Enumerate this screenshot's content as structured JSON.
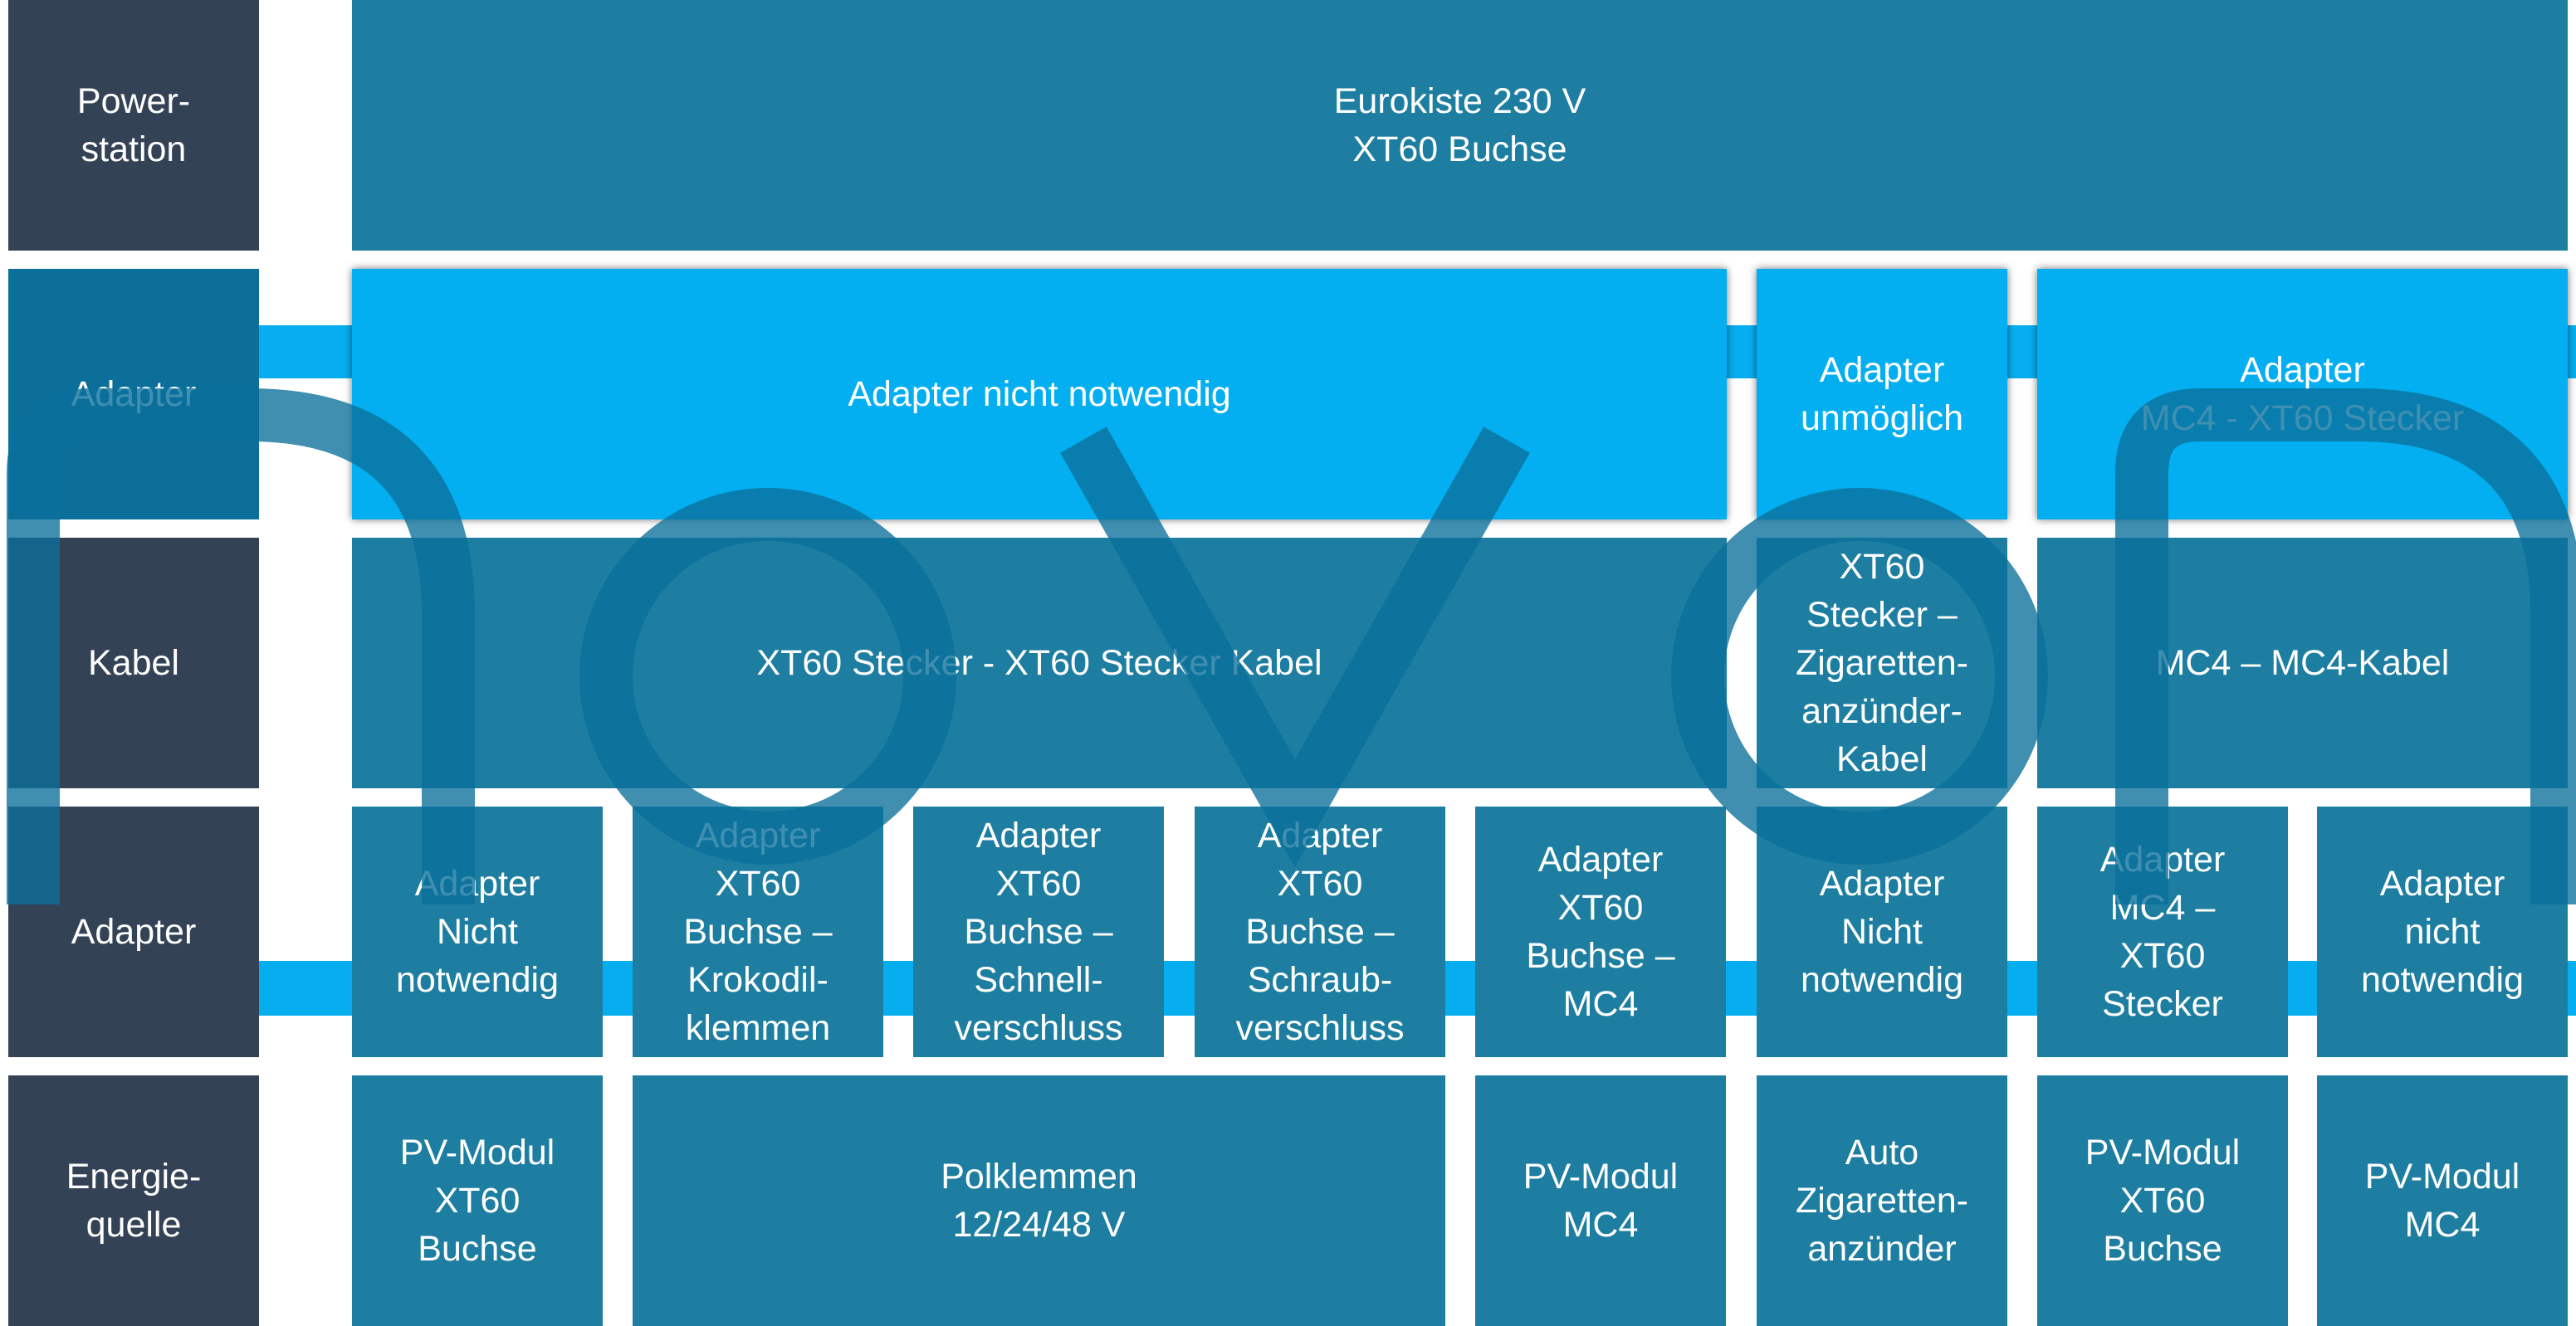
{
  "colors": {
    "row_label_bg": "#344256",
    "row_label_highlight_bg": "#0b6f99",
    "cell_bg": "#1d7ea1",
    "highlight_cell_bg": "#03aff0",
    "watermark": "#0a6f9b",
    "band": "#06aef0",
    "text": "#ffffff"
  },
  "watermark_icon": "novo-logo-watermark",
  "rows": {
    "powerstation": {
      "label": "Power-\nstation",
      "cells": [
        "Eurokiste 230 V\nXT60 Buchse"
      ]
    },
    "adapter_top": {
      "label": "Adapter",
      "cells": [
        "Adapter nicht notwendig",
        "Adapter\nunmöglich",
        "Adapter\nMC4 - XT60 Stecker"
      ]
    },
    "kabel": {
      "label": "Kabel",
      "cells": [
        "XT60 Stecker - XT60 Stecker Kabel",
        "XT60\nStecker –\nZigaretten-\nanzünder-\nKabel",
        "MC4 – MC4-Kabel"
      ]
    },
    "adapter_bottom": {
      "label": "Adapter",
      "cells": [
        "Adapter\nNicht\nnotwendig",
        "Adapter\nXT60\nBuchse –\nKrokodil-\nklemmen",
        "Adapter\nXT60\nBuchse –\nSchnell-\nverschluss",
        "Adapter\nXT60\nBuchse –\nSchraub-\nverschluss",
        "Adapter\nXT60\nBuchse –\nMC4",
        "Adapter\nNicht\nnotwendig",
        "Adapter\nMC4 –\nXT60\nStecker",
        "Adapter\nnicht\nnotwendig"
      ]
    },
    "energiequelle": {
      "label": "Energie-\nquelle",
      "cells": [
        "PV-Modul\nXT60\nBuchse",
        "Polklemmen\n12/24/48 V",
        "PV-Modul\nMC4",
        "Auto\nZigaretten-\nanzünder",
        "PV-Modul\nXT60\nBuchse",
        "PV-Modul\nMC4"
      ]
    }
  }
}
